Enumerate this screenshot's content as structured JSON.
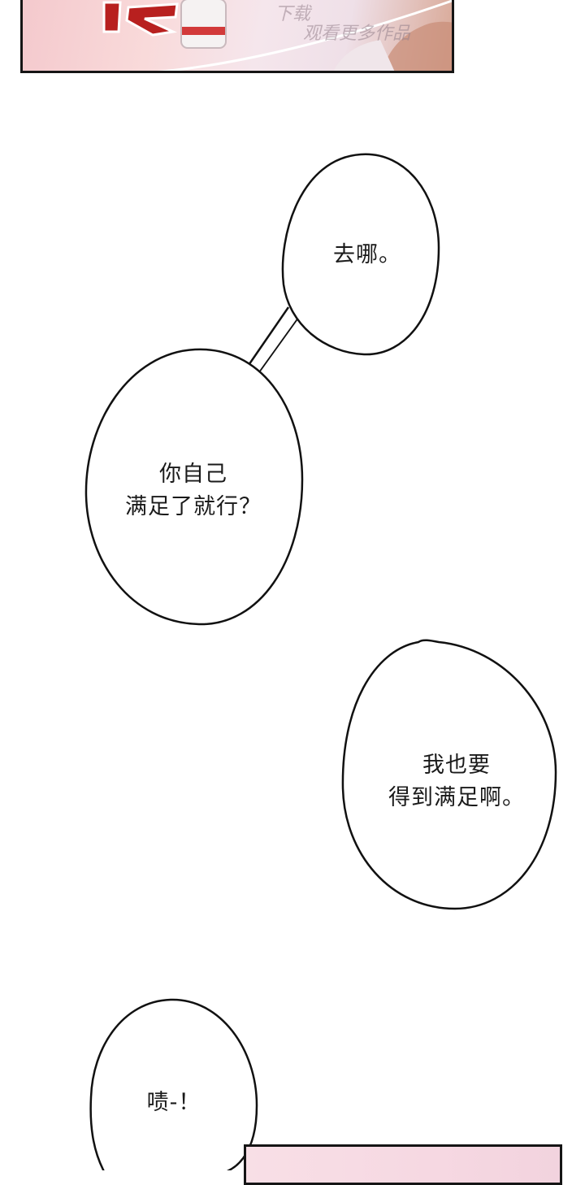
{
  "panels": {
    "top_watermark_line1": "下载",
    "top_watermark_line2": "观看更多作品"
  },
  "bubbles": [
    {
      "lines": [
        "去哪。"
      ]
    },
    {
      "lines": [
        "你自己",
        "满足了就行？"
      ]
    },
    {
      "lines": [
        "我也要",
        "得到满足啊。"
      ]
    },
    {
      "lines": [
        "啧-！"
      ]
    }
  ]
}
